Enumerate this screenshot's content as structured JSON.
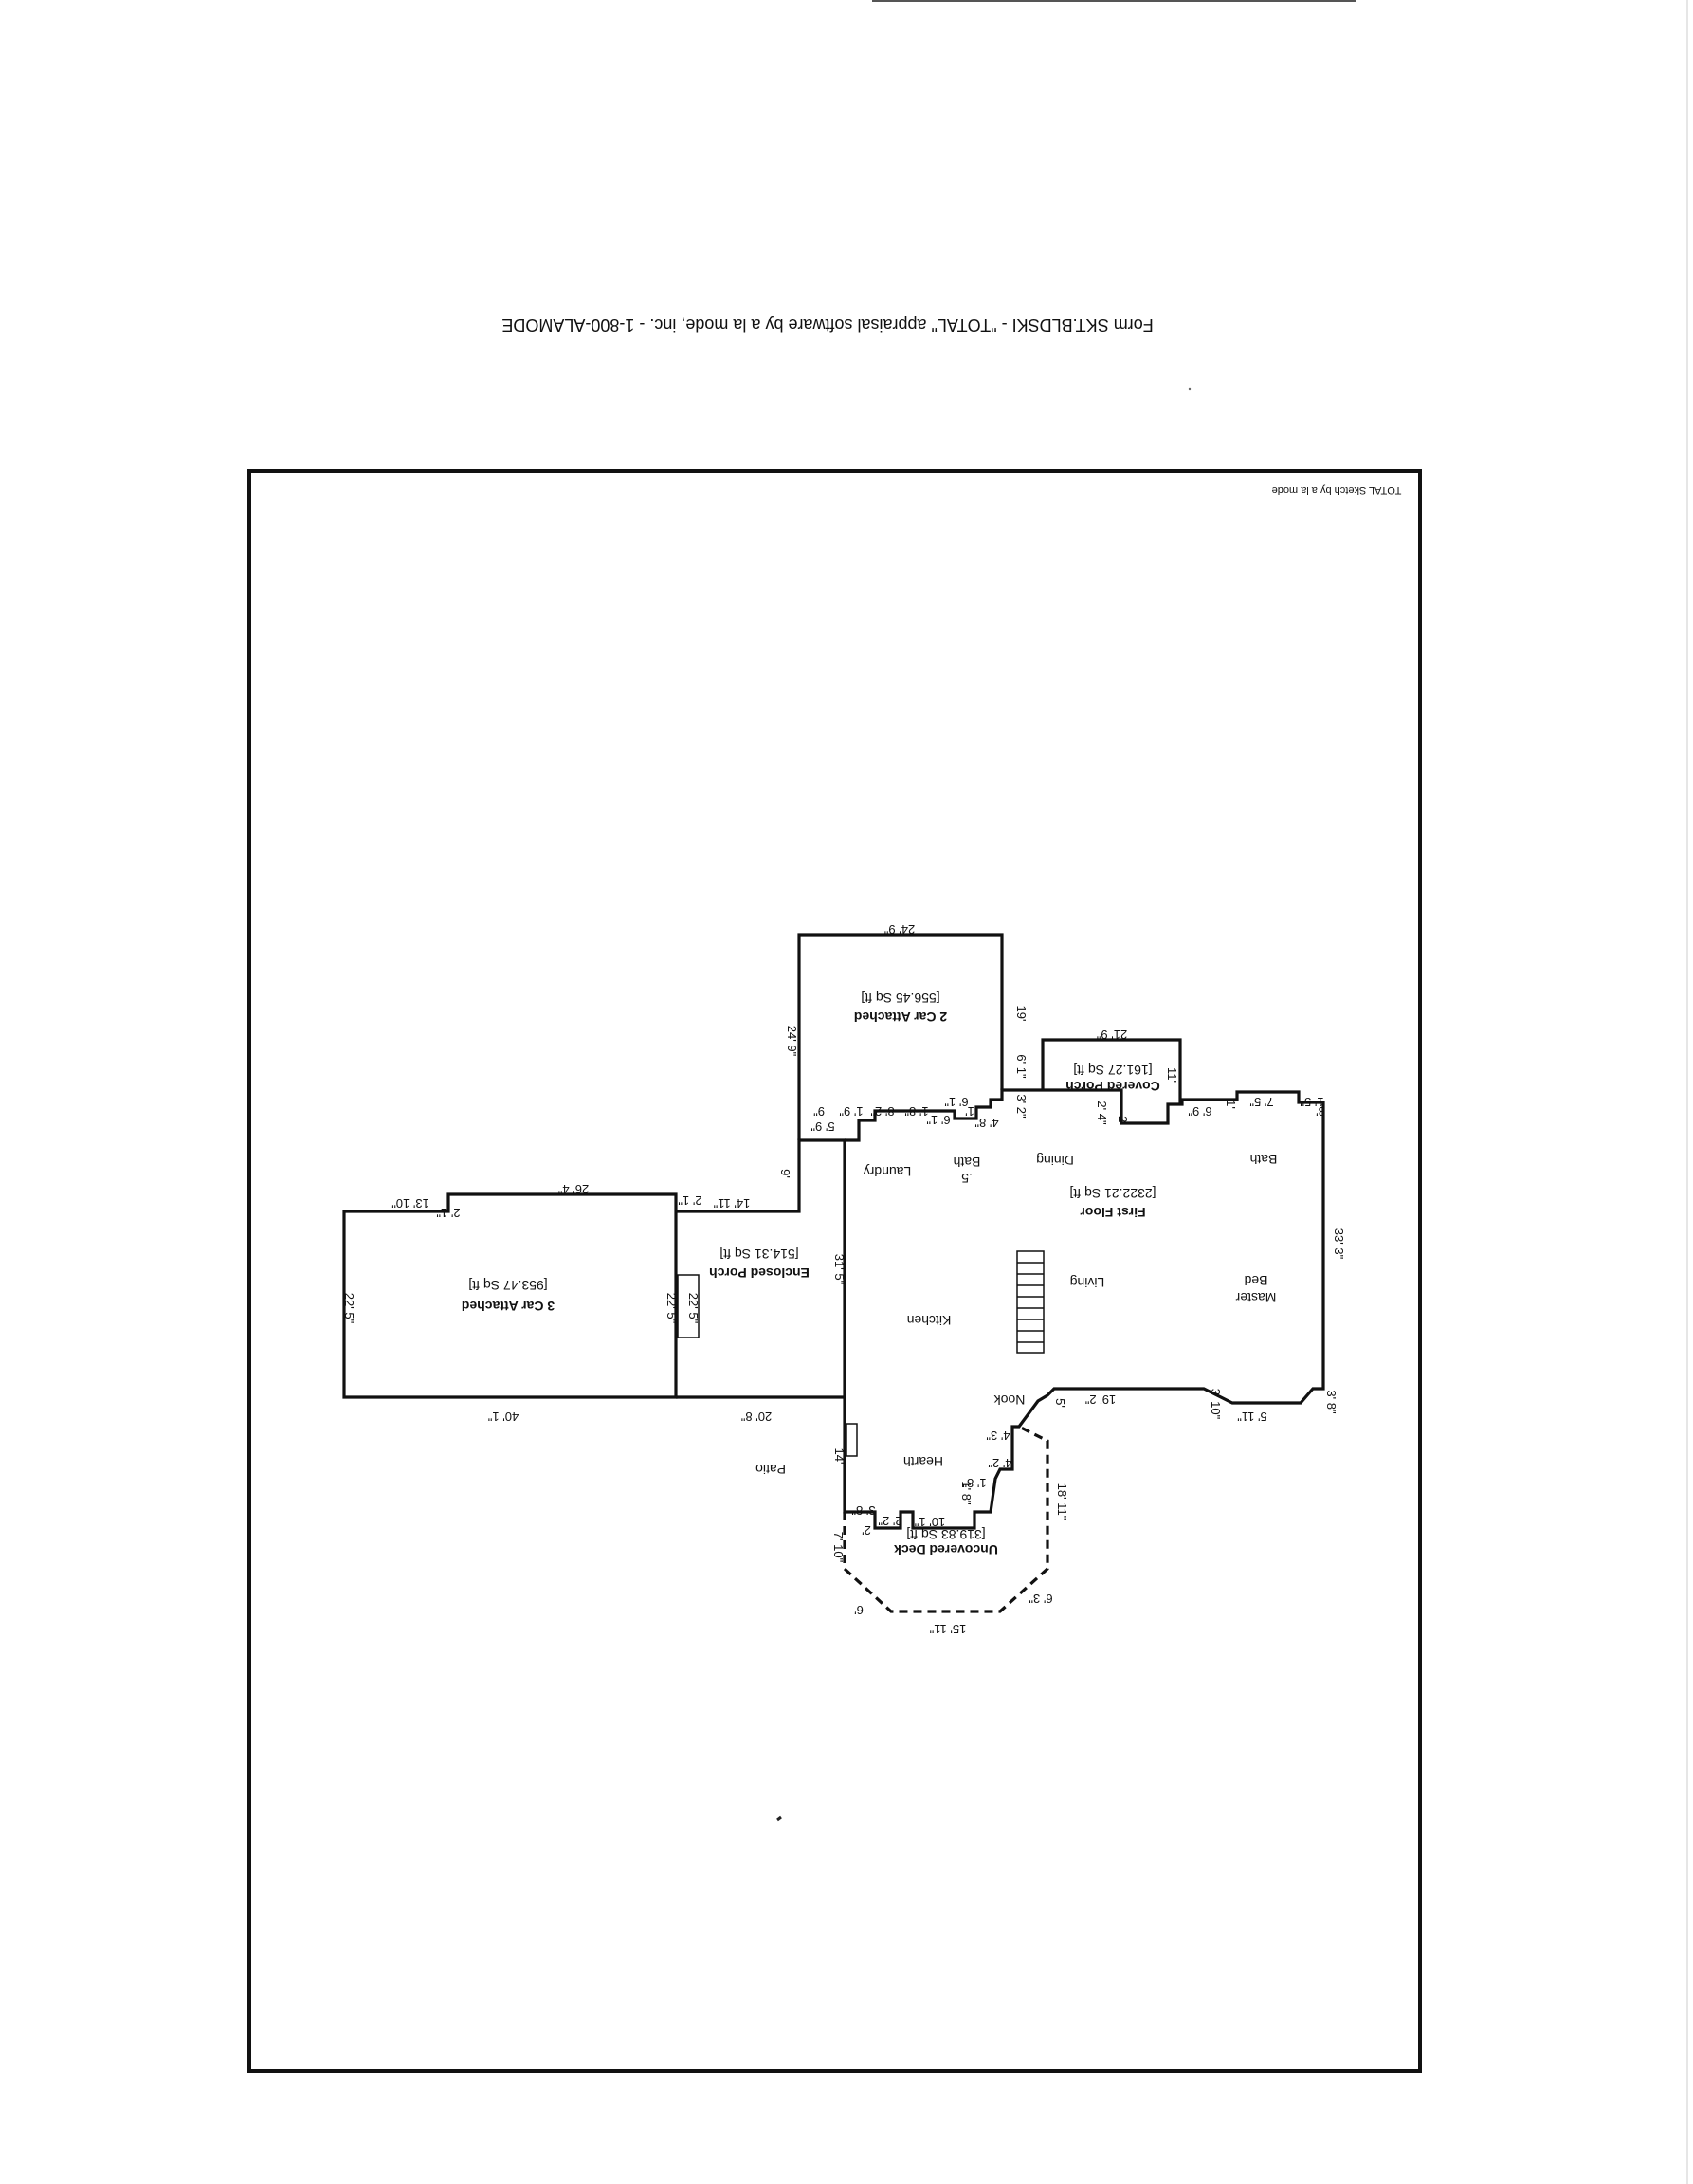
{
  "header": {
    "form_line": "Form SKT.BLDSKI - \"TOTAL\" appraisal software by a la mode, inc. - 1-800-ALAMODE",
    "sketch_credit": "TOTAL Sketch by a la mode"
  },
  "areas": {
    "garage3": {
      "name": "3 Car Attached",
      "sqft": "[953.47 Sq ft]"
    },
    "garage2": {
      "name": "2 Car Attached",
      "sqft": "[556.45 Sq ft]"
    },
    "enclosed_porch": {
      "name": "Enclosed Porch",
      "sqft": "[514.31 Sq ft]"
    },
    "first_floor": {
      "name": "First Floor",
      "sqft": "[2322.21 Sq ft]"
    },
    "covered_porch": {
      "name": "Covered Porch",
      "sqft": "[161.27 Sq ft]"
    },
    "uncovered_deck": {
      "name": "Uncovered Deck",
      "sqft": "[319.83 Sq ft]"
    }
  },
  "rooms": {
    "laundry": "Laundry",
    "bath_half_a": "Bath",
    "bath_half_b": ".5",
    "dining": "Dining",
    "bath": "Bath",
    "master_a": "Master",
    "master_b": "Bed",
    "living": "Living",
    "kitchen": "Kitchen",
    "nook": "Nook",
    "hearth": "Hearth",
    "patio": "Patio"
  },
  "dims": {
    "g3_top_left": "13' 10\"",
    "g3_top": "26' 4\"",
    "g3_step": "2' 1\"",
    "g3_left": "22' 5\"",
    "g3_right": "22' 5\"",
    "g3_bottom": "40' 1\"",
    "g3_inner": "22' 5\"",
    "ep_top": "14' 11\"",
    "ep_step": "2' 1\"",
    "ep_bottom": "20' 8\"",
    "ep_right": "31' 5\"",
    "ep_left_up": "9'",
    "g2_top": "24' 9\"",
    "g2_left": "24' 9\"",
    "g2_right": "19'",
    "g2_right_low": "6' 1\"",
    "cp_top": "21' 9\"",
    "cp_right": "11'",
    "cp_a": "2' 4\"",
    "cp_b": "2'",
    "ff_a": "5' 9\"",
    "ff_b": "9\"",
    "ff_c": "1' 9\"",
    "ff_d": "8' 2\"",
    "ff_e": "1' 8\"",
    "ff_f": "6' 1\"",
    "ff_g": "1'",
    "ff_h": "6' 1\"",
    "ff_i": "4' 8\"",
    "ff_j": "3' 2\"",
    "ff_k": "6' 9\"",
    "ff_l": "1'",
    "ff_m": "7' 5\"",
    "ff_n": "1' 5\"",
    "ff_o": "3'",
    "ff_right": "33' 3\"",
    "ff_bot_a": "3' 8\"",
    "ff_bot_b": "5' 11\"",
    "ff_bot_c": "3' 10\"",
    "ff_bot_d": "19' 2\"",
    "ff_bot_e": "5'",
    "ff_bot_f": "4' 3\"",
    "ff_bot_g": "4' 2\"",
    "ff_bot_h": "1' 8\"",
    "ff_bot_i": "1' 8\"",
    "ff_bot_j": "10' 1\"",
    "ff_bot_k": "2' 2\"",
    "ff_bot_l": "3' 8\"",
    "ff_left_low": "14'",
    "deck_left": "7' 10\"",
    "deck_right": "18' 11\"",
    "deck_bottom": "15' 11\"",
    "deck_diag_l": "6'",
    "deck_diag_r": "6' 3\"",
    "deck_small": "2'"
  }
}
